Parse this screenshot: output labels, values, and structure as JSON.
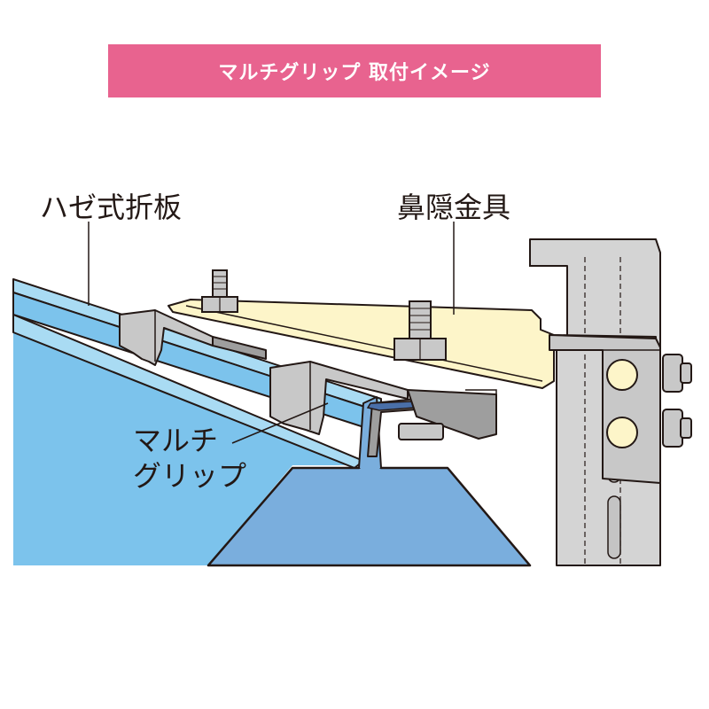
{
  "title": "マルチグリップ 取付イメージ",
  "labels": {
    "folded_plate": "ハゼ式折板",
    "nose_cover_bracket": "鼻隠金具",
    "multi_grip_line1": "マルチ",
    "multi_grip_line2": "グリップ"
  },
  "colors": {
    "banner": "#e8638f",
    "roof_light": "#7cc3ec",
    "roof_mid": "#a9dbf3",
    "roof_dark": "#7aaedd",
    "bracket": "#fdf5c9",
    "steel": "#c8c8c8",
    "steel_dark": "#9e9e9e",
    "wall": "#d4d4d4",
    "outline": "#231815"
  }
}
